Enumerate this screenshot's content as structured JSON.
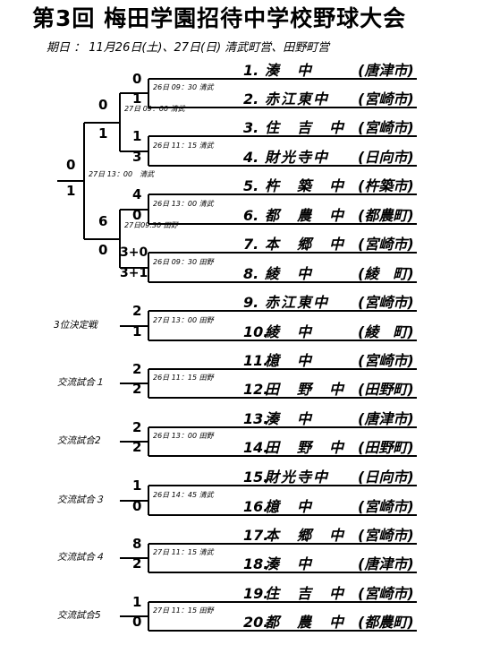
{
  "title": "第3回 梅田学園招待中学校野球大会",
  "dates": "期日 ： 11月26日(土)、27日(日) 清武町営、田野町営",
  "teams": [
    {
      "no": "1.",
      "name": "湊　中",
      "city": "(唐津市)"
    },
    {
      "no": "2.",
      "name": "赤江東中",
      "city": "(宮崎市)"
    },
    {
      "no": "3.",
      "name": "住　吉　中",
      "city": "(宮崎市)"
    },
    {
      "no": "4.",
      "name": "財光寺中",
      "city": "(日向市)"
    },
    {
      "no": "5.",
      "name": "杵　築　中",
      "city": "(杵築市)"
    },
    {
      "no": "6.",
      "name": "都　農　中",
      "city": "(都農町)"
    },
    {
      "no": "7.",
      "name": "本　郷　中",
      "city": "(宮崎市)"
    },
    {
      "no": "8.",
      "name": "綾　中",
      "city": "(綾　町)"
    },
    {
      "no": "9.",
      "name": "赤江東中",
      "city": "(宮崎市)"
    },
    {
      "no": "10.",
      "name": "綾　中",
      "city": "(綾　町)"
    },
    {
      "no": "11.",
      "name": "檍　中",
      "city": "(宮崎市)"
    },
    {
      "no": "12.",
      "name": "田　野　中",
      "city": "(田野町)"
    },
    {
      "no": "13.",
      "name": "湊　中",
      "city": "(唐津市)"
    },
    {
      "no": "14.",
      "name": "田　野　中",
      "city": "(田野町)"
    },
    {
      "no": "15.",
      "name": "財光寺中",
      "city": "(日向市)"
    },
    {
      "no": "16.",
      "name": "檍　中",
      "city": "(宮崎市)"
    },
    {
      "no": "17.",
      "name": "本　郷　中",
      "city": "(宮崎市)"
    },
    {
      "no": "18.",
      "name": "湊　中",
      "city": "(唐津市)"
    },
    {
      "no": "19.",
      "name": "住　吉　中",
      "city": "(宮崎市)"
    },
    {
      "no": "20.",
      "name": "都　農　中",
      "city": "(都農町)"
    }
  ],
  "first_round": [
    {
      "s1": "0",
      "s2": "1",
      "note": "26日 09：30 清武"
    },
    {
      "s1": "1",
      "s2": "3",
      "note": "26日 11：15 清武"
    },
    {
      "s1": "4",
      "s2": "0",
      "note": "26日 13：00 清武"
    },
    {
      "s1": "3+0",
      "s2": "3+1",
      "note": "26日 09：30 田野"
    }
  ],
  "semis": [
    {
      "s1": "0",
      "s2": "1",
      "note": "27日 09：00 清武"
    },
    {
      "s1": "6",
      "s2": "0",
      "note": "27日09:30 田野"
    }
  ],
  "final": {
    "s1": "0",
    "s2": "1",
    "note": "27日 13：00　清武"
  },
  "side_games": [
    {
      "label": "3位決定戦",
      "s1": "2",
      "s2": "1",
      "note": "27日 13：00 田野"
    },
    {
      "label": "交流試合１",
      "s1": "2",
      "s2": "2",
      "note": "26日 11：15 田野"
    },
    {
      "label": "交流試合2",
      "s1": "2",
      "s2": "2",
      "note": "26日 13：00 田野"
    },
    {
      "label": "交流試合３",
      "s1": "1",
      "s2": "0",
      "note": "26日 14：45 清武"
    },
    {
      "label": "交流試合４",
      "s1": "8",
      "s2": "2",
      "note": "27日 11：15 清武"
    },
    {
      "label": "交流試合5",
      "s1": "1",
      "s2": "0",
      "note": "27日 11：15 田野"
    }
  ]
}
